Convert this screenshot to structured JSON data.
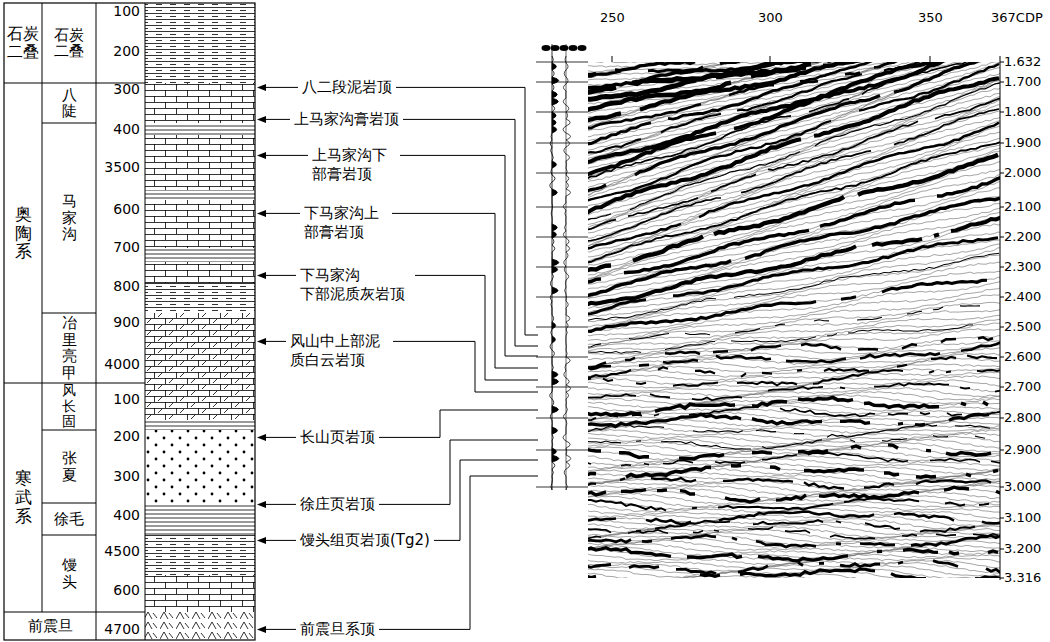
{
  "diagram": {
    "nodes": [
      {
        "text": [
          "石炭二叠"
        ]
      },
      {
        "text": [
          "奥陶系"
        ]
      },
      {
        "text": [
          "寒武系"
        ]
      },
      {
        "text": [
          "前震旦"
        ]
      },
      {
        "text": [
          "石炭二叠"
        ]
      },
      {
        "text": [
          "八陡"
        ]
      },
      {
        "text": [
          "马家沟"
        ]
      },
      {
        "text": [
          "冶里亮甲"
        ]
      },
      {
        "text": [
          "风长固"
        ]
      },
      {
        "text": [
          "张夏"
        ]
      },
      {
        "text": [
          "徐毛"
        ]
      },
      {
        "text": [
          "馒头"
        ]
      }
    ],
    "labels": [
      "100",
      "200",
      "300",
      "400",
      "3500",
      "600",
      "700",
      "800",
      "900",
      "4000",
      "100",
      "200",
      "300",
      "400",
      "4500",
      "600",
      "4700",
      "八二段泥岩顶",
      "上马家沟膏岩顶",
      "上马家沟下 部膏岩顶",
      "下马家沟上 部膏岩顶",
      "下马家沟 下部泥质灰岩顶",
      "风山中上部泥 质白云岩顶",
      "长山页岩顶",
      "徐庄页岩顶",
      "馒头组页岩顶(Tg2)",
      "前震旦系顶",
      "250",
      "300",
      "350",
      "367CDP",
      "1.632",
      "1.700",
      "1.800",
      "1.900",
      "2.000",
      "2.100",
      "2.200",
      "2.300",
      "2.400",
      "2.500",
      "2.600",
      "2.700",
      "2.800",
      "2.900",
      "3.000",
      "3.100",
      "3.200",
      "3.316"
    ]
  }
}
